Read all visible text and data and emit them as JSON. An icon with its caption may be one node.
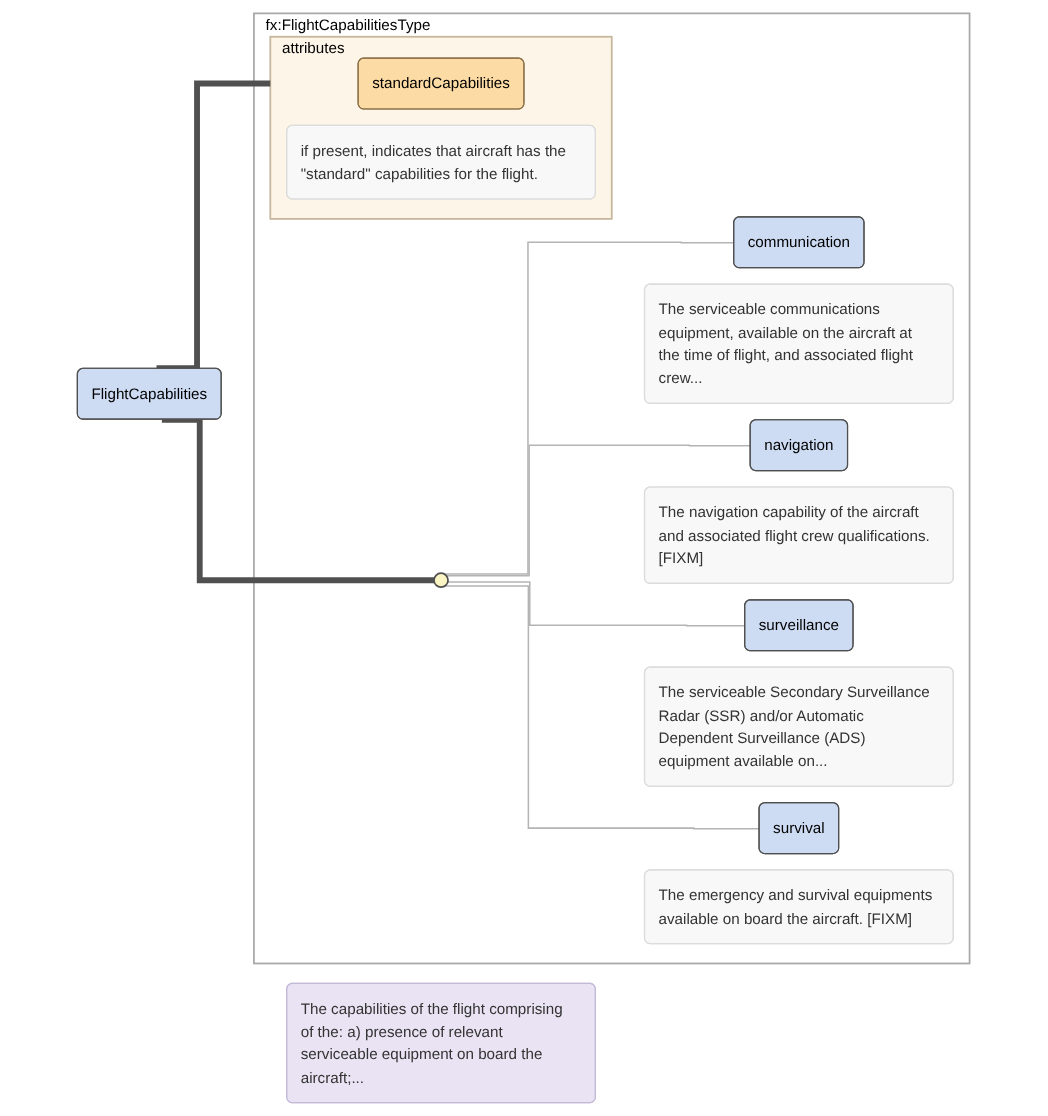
{
  "diagram": {
    "nodes": [
      {
        "text": [
          "FlightCapabilities"
        ]
      },
      {
        "text": [
          "fx:FlightCapabilitiesType"
        ]
      },
      {
        "text": [
          "attributes"
        ],
        "in": 1
      },
      {
        "text": [
          "standardCapabilities"
        ],
        "in": 2
      },
      {
        "text": [
          "if present, indicates that aircraft has the \"standard\" capabilities for the flight."
        ],
        "in": 2
      },
      {
        "text": [],
        "shape": "circle",
        "in": 1
      },
      {
        "text": [
          "communication"
        ],
        "in": 1
      },
      {
        "text": [
          "The serviceable communications equipment, available on the aircraft at the time of flight, and associated flight crew..."
        ],
        "in": 1
      },
      {
        "text": [
          "navigation"
        ],
        "in": 1
      },
      {
        "text": [
          "The navigation capability of the aircraft and associated flight crew qualifications. [FIXM]"
        ],
        "in": 1
      },
      {
        "text": [
          "surveillance"
        ],
        "in": 1
      },
      {
        "text": [
          "The serviceable Secondary Surveillance Radar (SSR) and/or Automatic Dependent Surveillance (ADS) equipment available on..."
        ],
        "in": 1
      },
      {
        "text": [
          "survival"
        ],
        "in": 1
      },
      {
        "text": [
          "The emergency and survival equipments available on board the aircraft. [FIXM]"
        ],
        "in": 1
      },
      {
        "text": [
          "The capabilities of the flight comprising of the: a) presence of relevant serviceable equipment on board the aircraft;..."
        ]
      }
    ],
    "edges": [
      {
        "from": 0,
        "to": 2,
        "arrow": "none",
        "style": "thick",
        "color": "#505050"
      },
      {
        "from": 0,
        "to": 5,
        "arrow": "none",
        "style": "thick",
        "color": "#505050"
      },
      {
        "from": 5,
        "to": 6,
        "arrow": "none"
      },
      {
        "from": 5,
        "to": 8,
        "arrow": "none"
      },
      {
        "from": 5,
        "to": 10,
        "arrow": "none"
      },
      {
        "from": 5,
        "to": 12,
        "arrow": "none"
      }
    ]
  }
}
